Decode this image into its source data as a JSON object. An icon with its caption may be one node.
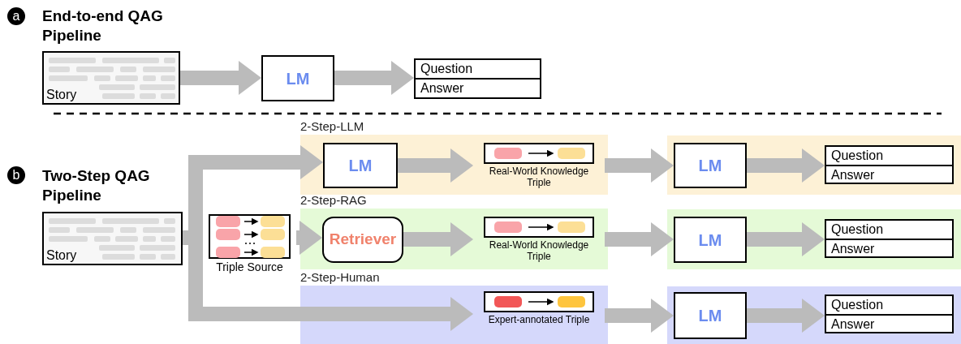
{
  "diagram": {
    "nodes": [
      {
        "text": [
          "Story"
        ]
      },
      {
        "text": [
          "LM"
        ]
      },
      {
        "text": [
          "Question",
          "Answer"
        ]
      },
      {
        "text": [
          "Story"
        ]
      },
      {
        "text": [
          "Triple Source"
        ]
      },
      {
        "text": [
          "2-Step-LLM"
        ]
      },
      {
        "text": [
          "LM"
        ],
        "in": 5
      },
      {
        "text": [
          "Real-World Knowledge Triple"
        ],
        "in": 5
      },
      {
        "text": [],
        "shape": "band"
      },
      {
        "text": [
          "LM"
        ],
        "in": 8
      },
      {
        "text": [
          "Question",
          "Answer"
        ],
        "in": 8
      },
      {
        "text": [
          "2-Step-RAG"
        ]
      },
      {
        "text": [
          "Retriever"
        ],
        "in": 11
      },
      {
        "text": [
          "Real-World Knowledge Triple"
        ],
        "in": 11
      },
      {
        "text": [],
        "shape": "band"
      },
      {
        "text": [
          "LM"
        ],
        "in": 14
      },
      {
        "text": [
          "Question",
          "Answer"
        ],
        "in": 14
      },
      {
        "text": [
          "2-Step-Human"
        ]
      },
      {
        "text": [
          "Expert-annotated Triple"
        ],
        "in": 17
      },
      {
        "text": [],
        "shape": "band"
      },
      {
        "text": [
          "LM"
        ],
        "in": 19
      },
      {
        "text": [
          "Question",
          "Answer"
        ],
        "in": 19
      }
    ],
    "edges": [
      {
        "from": 0,
        "to": 1,
        "arrow": "to"
      },
      {
        "from": 1,
        "to": 2,
        "arrow": "to"
      },
      {
        "from": 3,
        "to": 6,
        "arrow": "to"
      },
      {
        "from": 3,
        "to": 4,
        "arrow": "none"
      },
      {
        "from": 4,
        "to": 12,
        "arrow": "to"
      },
      {
        "from": 3,
        "to": 18,
        "arrow": "to"
      },
      {
        "from": 6,
        "to": 7,
        "arrow": "to"
      },
      {
        "from": 7,
        "to": 9,
        "arrow": "to"
      },
      {
        "from": 9,
        "to": 10,
        "arrow": "to"
      },
      {
        "from": 12,
        "to": 13,
        "arrow": "to"
      },
      {
        "from": 13,
        "to": 15,
        "arrow": "to"
      },
      {
        "from": 15,
        "to": 16,
        "arrow": "to"
      },
      {
        "from": 18,
        "to": 20,
        "arrow": "to"
      },
      {
        "from": 20,
        "to": 21,
        "arrow": "to"
      }
    ],
    "labels": [
      "a",
      "End-to-end QAG Pipeline",
      "b",
      "Two-Step QAG Pipeline"
    ]
  }
}
